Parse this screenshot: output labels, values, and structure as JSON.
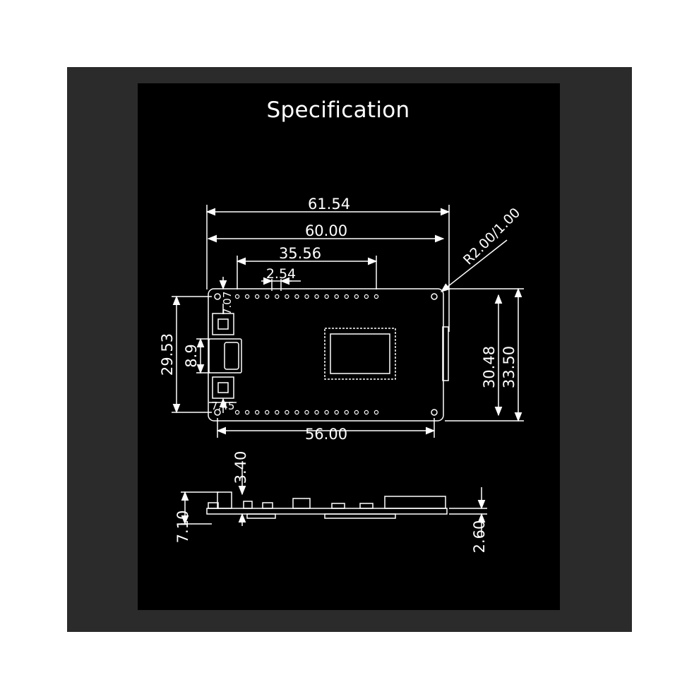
{
  "title": "Specification",
  "colors": {
    "background": "#000000",
    "frame": "#2b2b2b",
    "lines": "#ffffff"
  },
  "dimensions": {
    "overall_length": "61.54",
    "board_length": "60.00",
    "header_span": "35.56",
    "pin_pitch": "2.54",
    "corner_radius": "R2.00/1.00",
    "button_offset_top": "7.07",
    "usb_span": "29.53",
    "usb_width": "8.9",
    "button_offset_bottom": "7.45",
    "inner_width": "30.48",
    "board_width": "33.50",
    "hole_spacing": "56.00",
    "component_height": "3.40",
    "total_height": "7.10",
    "pcb_thickness": "2.60"
  }
}
